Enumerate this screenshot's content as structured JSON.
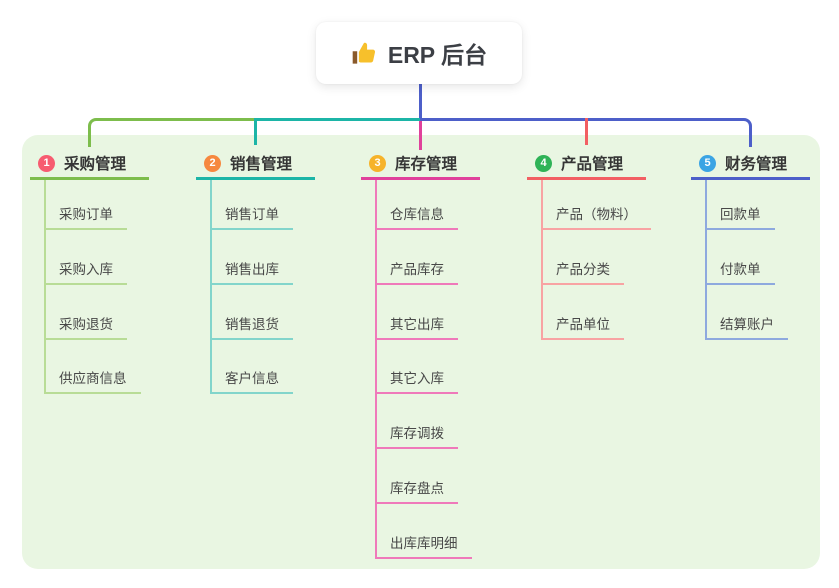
{
  "root": {
    "label": "ERP 后台",
    "icon": "thumbs-up-icon"
  },
  "branches": [
    {
      "badge": "1",
      "label": "采购管理",
      "accent_color": "#7dbd4c",
      "badge_color": "#f75c70",
      "child_line_color": "#b8dc96",
      "children": [
        "采购订单",
        "采购入库",
        "采购退货",
        "供应商信息"
      ]
    },
    {
      "badge": "2",
      "label": "销售管理",
      "accent_color": "#1cb5a7",
      "badge_color": "#f6883f",
      "child_line_color": "#82d5cb",
      "children": [
        "销售订单",
        "销售出库",
        "销售退货",
        "客户信息"
      ]
    },
    {
      "badge": "3",
      "label": "库存管理",
      "accent_color": "#e0419b",
      "badge_color": "#f6b32a",
      "child_line_color": "#ef79ba",
      "children": [
        "仓库信息",
        "产品库存",
        "其它出库",
        "其它入库",
        "库存调拨",
        "库存盘点",
        "出库库明细"
      ]
    },
    {
      "badge": "4",
      "label": "产品管理",
      "accent_color": "#f25f63",
      "badge_color": "#2fb357",
      "child_line_color": "#f8a3a3",
      "children": [
        "产品（物料）",
        "产品分类",
        "产品单位"
      ]
    },
    {
      "badge": "5",
      "label": "财务管理",
      "accent_color": "#4d5fc9",
      "badge_color": "#3ba4e4",
      "child_line_color": "#8ea9de",
      "children": [
        "回款单",
        "付款单",
        "结算账户"
      ]
    }
  ],
  "colors": {
    "panel_bg": "#e9f6e2",
    "trunk": "#4d5fc9",
    "root_card_bg": "#ffffff",
    "thumb_yellow": "#f7c02b",
    "thumb_cuff_brown": "#8a5a2b"
  }
}
